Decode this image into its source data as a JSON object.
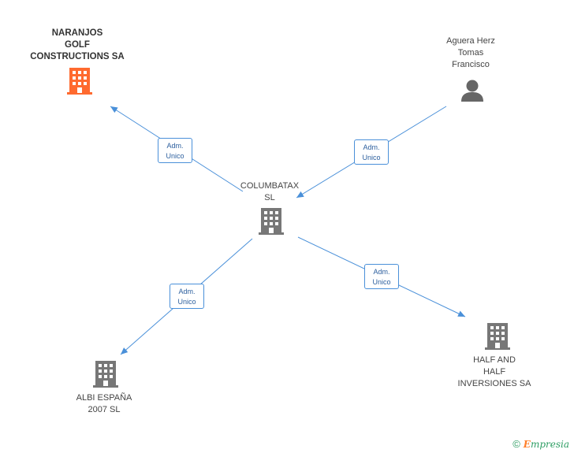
{
  "nodes": {
    "naranjos": {
      "lines": [
        "NARANJOS",
        "GOLF",
        "CONSTRUCTIONS SA"
      ],
      "icon": "building-icon",
      "color": "#ff6a2f"
    },
    "aguera": {
      "lines": [
        "Aguera Herz",
        "Tomas",
        "Francisco"
      ],
      "icon": "person-icon",
      "color": "#666666"
    },
    "columbatax": {
      "lines": [
        "COLUMBATAX",
        "SL"
      ],
      "icon": "building-icon",
      "color": "#777777"
    },
    "half": {
      "lines": [
        "HALF AND",
        "HALF",
        "INVERSIONES SA"
      ],
      "icon": "building-icon",
      "color": "#777777"
    },
    "albi": {
      "lines": [
        "ALBI ESPAÑA",
        "2007  SL"
      ],
      "icon": "building-icon",
      "color": "#777777"
    }
  },
  "edges": [
    {
      "name": "columbatax-to-naranjos",
      "label": [
        "Adm.",
        "Unico"
      ]
    },
    {
      "name": "aguera-to-columbatax",
      "label": [
        "Adm.",
        "Unico"
      ]
    },
    {
      "name": "columbatax-to-albi",
      "label": [
        "Adm.",
        "Unico"
      ]
    },
    {
      "name": "columbatax-to-half",
      "label": [
        "Adm.",
        "Unico"
      ]
    }
  ],
  "colors": {
    "edge": "#4a90d9"
  },
  "footer": {
    "copyright": "©",
    "brand_initial": "E",
    "brand_rest": "mpresia"
  }
}
